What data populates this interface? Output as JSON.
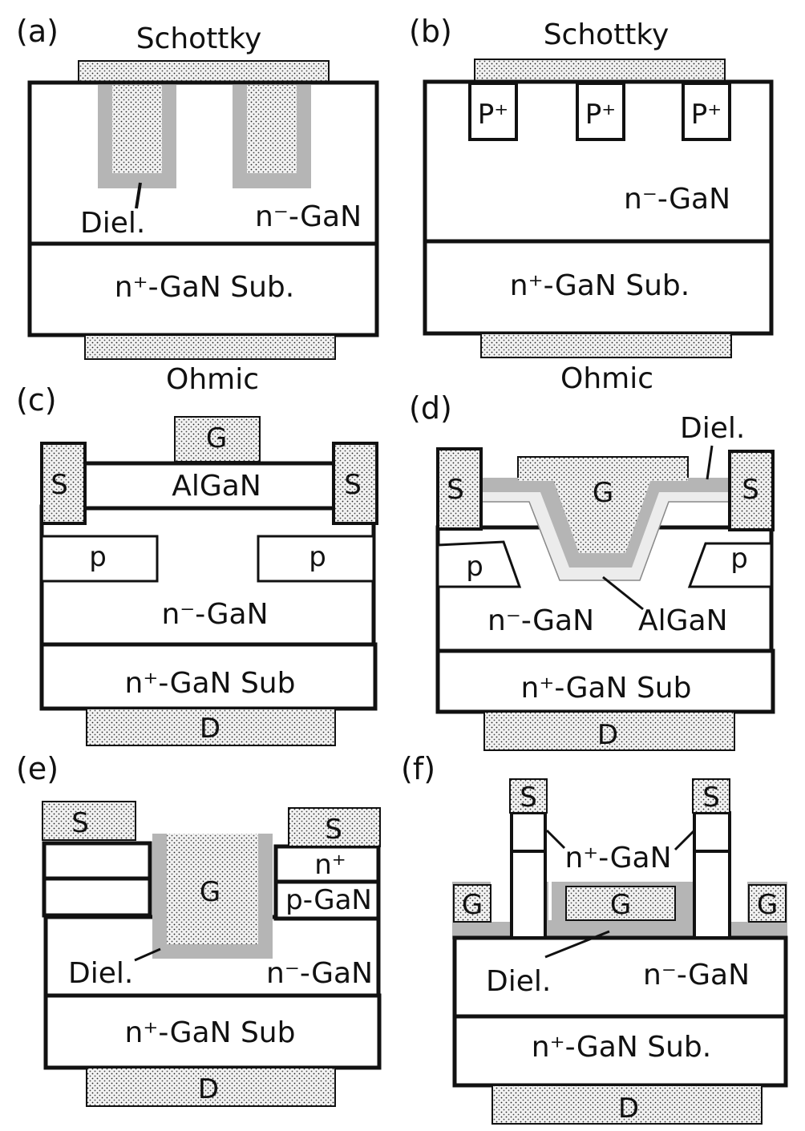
{
  "figure": {
    "panel_a": {
      "tag": "(a)",
      "top_contact": "Schottky",
      "bottom_contact": "Ohmic",
      "dielectric": "Diel.",
      "drift": "n⁻-GaN",
      "substrate": "n⁺-GaN Sub."
    },
    "panel_b": {
      "tag": "(b)",
      "top_contact": "Schottky",
      "bottom_contact": "Ohmic",
      "implant": "P⁺",
      "drift": "n⁻-GaN",
      "substrate": "n⁺-GaN Sub."
    },
    "panel_c": {
      "tag": "(c)",
      "gate": "G",
      "source": "S",
      "barrier": "AlGaN",
      "p_region": "p",
      "drift": "n⁻-GaN",
      "substrate": "n⁺-GaN Sub",
      "drain": "D"
    },
    "panel_d": {
      "tag": "(d)",
      "gate": "G",
      "source": "S",
      "dielectric": "Diel.",
      "barrier": "AlGaN",
      "p_region": "p",
      "drift": "n⁻-GaN",
      "substrate": "n⁺-GaN Sub",
      "drain": "D"
    },
    "panel_e": {
      "tag": "(e)",
      "gate": "G",
      "source": "S",
      "n_plus": "n⁺",
      "p_layer": "p-GaN",
      "dielectric": "Diel.",
      "drift": "n⁻-GaN",
      "substrate": "n⁺-GaN Sub",
      "drain": "D"
    },
    "panel_f": {
      "tag": "(f)",
      "gate": "G",
      "source": "S",
      "n_plus": "n⁺-GaN",
      "dielectric": "Diel.",
      "drift": "n⁻-GaN",
      "substrate": "n⁺-GaN Sub.",
      "drain": "D"
    }
  }
}
